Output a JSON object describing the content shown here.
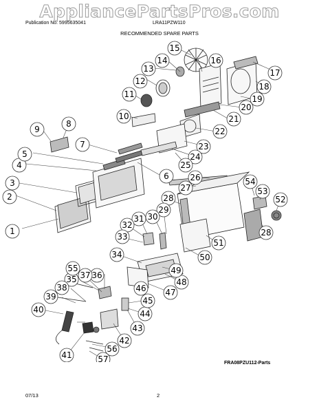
{
  "watermark": "AppliancePartsPros.com",
  "header": {
    "publication": "Publication No: 5995635041",
    "model": "LRA11PZW110",
    "title": "RECOMMENDED SPARE PARTS"
  },
  "callouts": [
    "1",
    "2",
    "3",
    "4",
    "5",
    "6",
    "7",
    "8",
    "9",
    "10",
    "11",
    "12",
    "13",
    "14",
    "15",
    "16",
    "17",
    "18",
    "19",
    "20",
    "21",
    "22",
    "23",
    "24",
    "25",
    "26",
    "27",
    "28",
    "28",
    "29",
    "30",
    "31",
    "32",
    "33",
    "34",
    "35",
    "36",
    "37",
    "38",
    "39",
    "40",
    "41",
    "42",
    "43",
    "44",
    "45",
    "46",
    "47",
    "48",
    "49",
    "50",
    "51",
    "52",
    "53",
    "54",
    "55",
    "56",
    "57"
  ],
  "footer": {
    "diagram_code": "FRA08PZU112-Parts",
    "date": "07/13",
    "page": "2"
  }
}
